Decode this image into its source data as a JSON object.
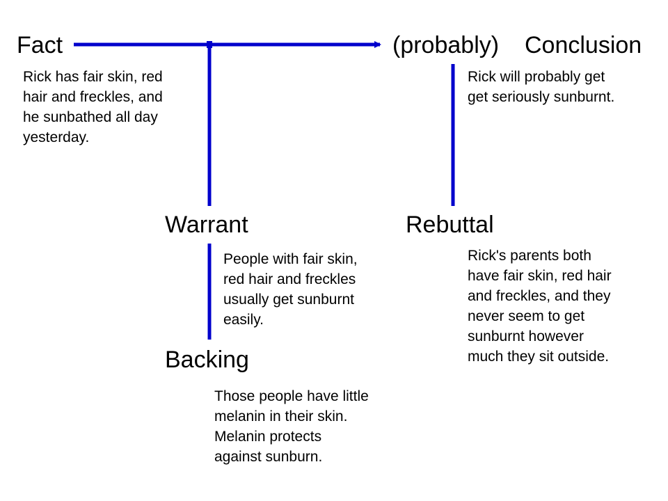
{
  "colors": {
    "line": "#0000cc",
    "text": "#000000",
    "background": "#ffffff"
  },
  "fact": {
    "heading": "Fact",
    "lines": [
      "Rick has fair skin, red",
      "hair and freckles, and",
      "he sunbathed all day",
      "yesterday."
    ]
  },
  "qualifier": "(probably)",
  "conclusion": {
    "heading": "Conclusion",
    "lines": [
      "Rick will probably get",
      "get seriously sunburnt."
    ]
  },
  "warrant": {
    "heading": "Warrant",
    "lines": [
      "People with fair skin,",
      "red hair and freckles",
      "usually get sunburnt",
      "easily."
    ]
  },
  "rebuttal": {
    "heading": "Rebuttal",
    "lines": [
      "Rick's parents both",
      "have fair skin, red hair",
      "and freckles, and they",
      "never seem to get",
      "sunburnt however",
      "much they sit outside."
    ]
  },
  "backing": {
    "heading": "Backing",
    "lines": [
      "Those people have little",
      "melanin in their skin.",
      "Melanin protects",
      "against sunburn."
    ]
  }
}
